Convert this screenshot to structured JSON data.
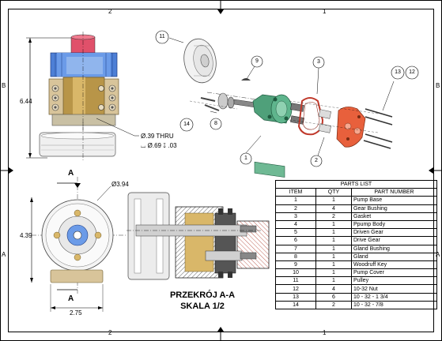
{
  "zones": {
    "top": [
      "2",
      "1"
    ],
    "side": [
      "B",
      "A"
    ]
  },
  "dims": {
    "height": "6.44",
    "thru": "Ø.39 THRU",
    "cbore": "⌴ Ø.69 ↧ .03",
    "dia": "Ø3.94",
    "width_front": "4.39",
    "width_bottom": "2.75",
    "section_label": "A"
  },
  "section": {
    "title": "PRZEKRÓJ A-A",
    "scale": "SKALA 1/2"
  },
  "balloons": [
    "11",
    "9",
    "3",
    "13",
    "12",
    "14",
    "8",
    "1",
    "2"
  ],
  "parts_list": {
    "caption": "PARTS LIST",
    "headers": [
      "ITEM",
      "QTY",
      "PART NUMBER"
    ],
    "rows": [
      {
        "item": "1",
        "qty": "1",
        "part": "Pump Base"
      },
      {
        "item": "2",
        "qty": "4",
        "part": "Gear Bushing"
      },
      {
        "item": "3",
        "qty": "2",
        "part": "Gasket"
      },
      {
        "item": "4",
        "qty": "1",
        "part": "Ppump Body"
      },
      {
        "item": "5",
        "qty": "1",
        "part": "Driven Gear"
      },
      {
        "item": "6",
        "qty": "1",
        "part": "Drive Gear"
      },
      {
        "item": "7",
        "qty": "1",
        "part": "Gland Bushing"
      },
      {
        "item": "8",
        "qty": "1",
        "part": "Gland"
      },
      {
        "item": "9",
        "qty": "1",
        "part": "Woodruff Key"
      },
      {
        "item": "10",
        "qty": "1",
        "part": "Pump Cover"
      },
      {
        "item": "11",
        "qty": "1",
        "part": "Pulley"
      },
      {
        "item": "12",
        "qty": "4",
        "part": "10-32 Nut"
      },
      {
        "item": "13",
        "qty": "6",
        "part": "10 - 32 - 1 3/4"
      },
      {
        "item": "14",
        "qty": "2",
        "part": "10 - 32 - 7/8"
      }
    ]
  }
}
